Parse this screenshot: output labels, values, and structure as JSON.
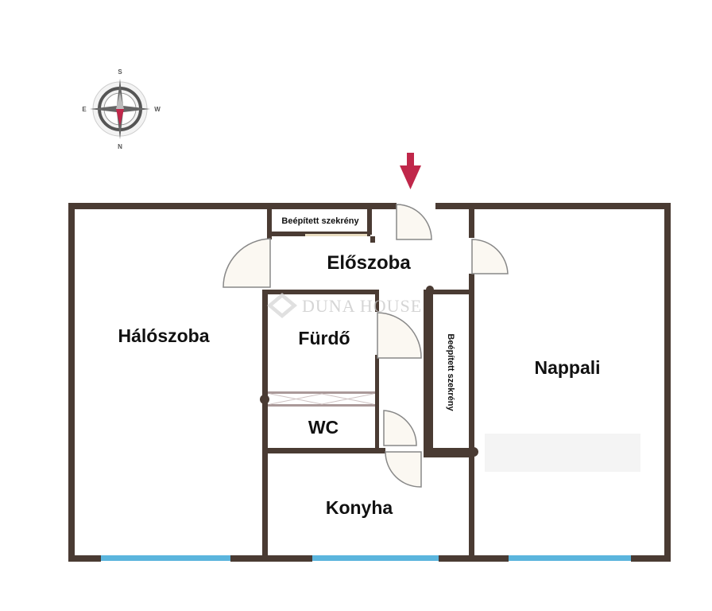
{
  "compass": {
    "top": "S",
    "bottom": "N",
    "left": "E",
    "right": "W"
  },
  "rooms": {
    "haloszoba": "Hálószoba",
    "eloszoba": "Előszoba",
    "furdo": "Fürdő",
    "wc": "WC",
    "konyha": "Konyha",
    "nappali": "Nappali",
    "closet_top": "Beépített szekrény",
    "closet_side": "Beépített szekrény"
  },
  "watermark": "DUNA HOUSE",
  "colors": {
    "wall": "#4a3b33",
    "window": "#5bb5dd",
    "entrance_arrow": "#c0274a",
    "door": "#888888"
  }
}
